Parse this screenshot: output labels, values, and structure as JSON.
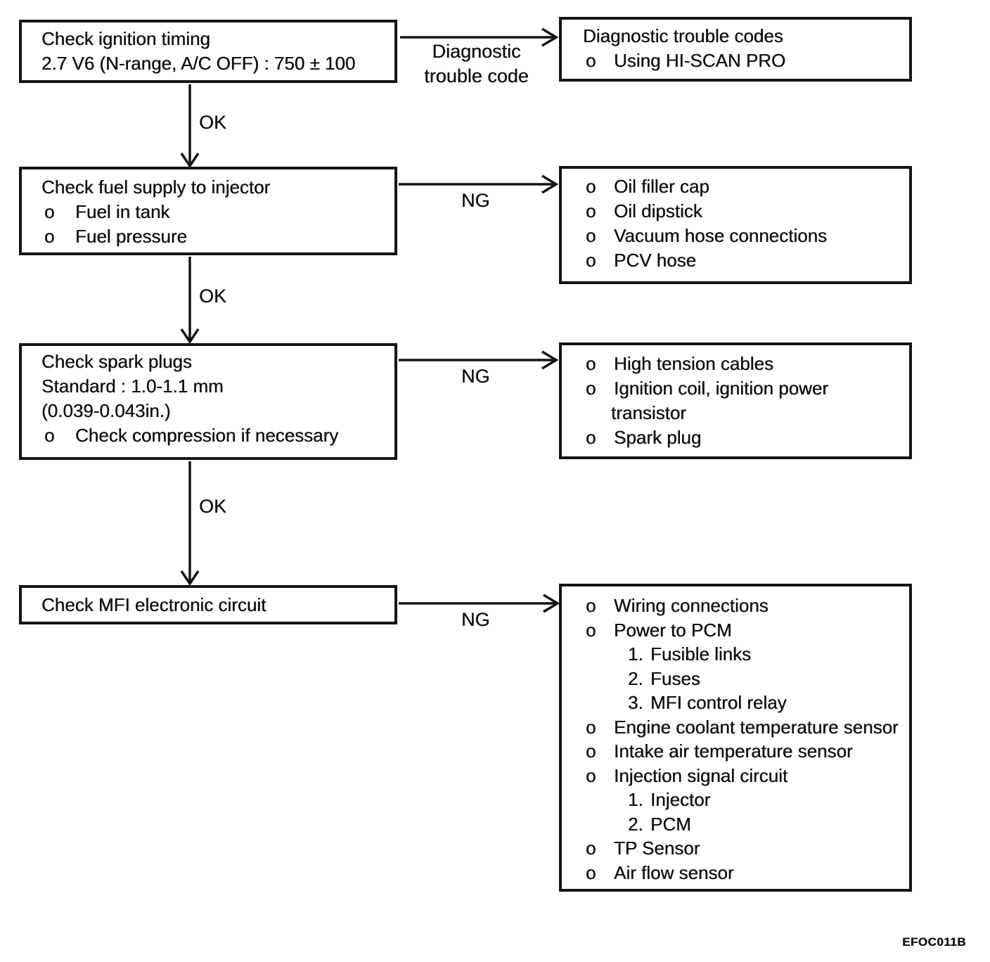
{
  "steps": [
    {
      "name": "check-ignition-timing",
      "lines": [
        {
          "p": "",
          "t": "Check ignition timing"
        },
        {
          "p": "",
          "t": "2.7 V6 (N-range, A/C OFF) : 750 ± 100"
        }
      ]
    },
    {
      "name": "check-fuel-supply-to-injector",
      "lines": [
        {
          "p": "",
          "t": "Check fuel supply to injector"
        },
        {
          "p": "o",
          "t": "Fuel in tank"
        },
        {
          "p": "o",
          "t": "Fuel pressure"
        }
      ]
    },
    {
      "name": "check-spark-plugs",
      "lines": [
        {
          "p": "",
          "t": "Check spark plugs"
        },
        {
          "p": "",
          "t": "Standard : 1.0-1.1 mm"
        },
        {
          "p": "",
          "t": "(0.039-0.043in.)"
        },
        {
          "p": "o",
          "t": "Check compression if necessary"
        }
      ]
    },
    {
      "name": "check-mfi-electronic-circuit",
      "lines": [
        {
          "p": "",
          "t": "Check MFI electronic circuit"
        }
      ]
    }
  ],
  "results": [
    {
      "name": "diagnostic-trouble-codes",
      "lines": [
        {
          "p": "",
          "t": "Diagnostic trouble codes"
        },
        {
          "p": "o",
          "t": "Using HI-SCAN PRO"
        }
      ]
    },
    {
      "name": "fuel-supply-ng-items",
      "lines": [
        {
          "p": "o",
          "t": "Oil filler cap"
        },
        {
          "p": "o",
          "t": "Oil dipstick"
        },
        {
          "p": "o",
          "t": "Vacuum hose connections"
        },
        {
          "p": "o",
          "t": "PCV hose"
        }
      ]
    },
    {
      "name": "spark-plug-ng-items",
      "lines": [
        {
          "p": "o",
          "t": "High tension cables"
        },
        {
          "p": "o",
          "t": "Ignition coil, ignition power"
        },
        {
          "p": "",
          "t": "transistor"
        },
        {
          "p": "o",
          "t": "Spark plug"
        }
      ]
    },
    {
      "name": "mfi-circuit-ng-items",
      "lines": [
        {
          "p": "o",
          "t": "Wiring connections"
        },
        {
          "p": "o",
          "t": "Power to PCM"
        },
        {
          "p": "1.",
          "t": "Fusible links"
        },
        {
          "p": "2.",
          "t": "Fuses"
        },
        {
          "p": "3.",
          "t": "MFI control relay"
        },
        {
          "p": "o",
          "t": "Engine coolant temperature sensor"
        },
        {
          "p": "o",
          "t": "Intake air temperature sensor"
        },
        {
          "p": "o",
          "t": "Injection signal circuit"
        },
        {
          "p": "1.",
          "t": "Injector"
        },
        {
          "p": "2.",
          "t": "PCM"
        },
        {
          "p": "o",
          "t": "TP Sensor"
        },
        {
          "p": "o",
          "t": "Air flow sensor"
        }
      ]
    }
  ],
  "connectors": {
    "dtc_line1": "Diagnostic",
    "dtc_line2": "trouble code",
    "ok_labels": [
      "OK",
      "OK",
      "OK"
    ],
    "ng_labels": [
      "NG",
      "NG",
      "NG"
    ]
  },
  "figure_code": "EFOC011B"
}
